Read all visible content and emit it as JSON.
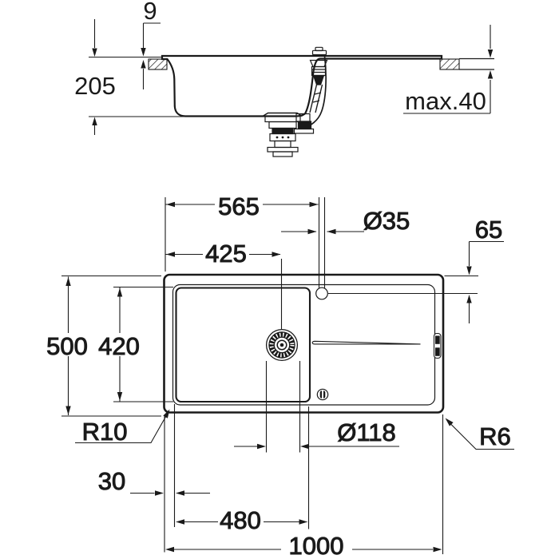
{
  "drawing": {
    "type": "technical dimension drawing of kitchen sink",
    "colors": {
      "line": "#1a1a1a",
      "background": "#ffffff"
    },
    "section_view": {
      "dimensions": {
        "rim_height": "9",
        "bowl_depth": "205",
        "max_worktop_thickness": "max.40"
      }
    },
    "plan_view": {
      "dimensions": {
        "faucet_center_from_left": "565",
        "faucet_hole_diameter": "Ø35",
        "faucet_center_from_top": "65",
        "drain_center_from_left": "425",
        "overall_depth": "500",
        "bowl_inner_depth": "420",
        "inner_corner_radius": "R10",
        "drain_diameter": "Ø118",
        "outer_corner_radius": "R6",
        "bowl_left_inset": "30",
        "bowl_inner_width": "480",
        "overall_width": "1000"
      }
    }
  }
}
